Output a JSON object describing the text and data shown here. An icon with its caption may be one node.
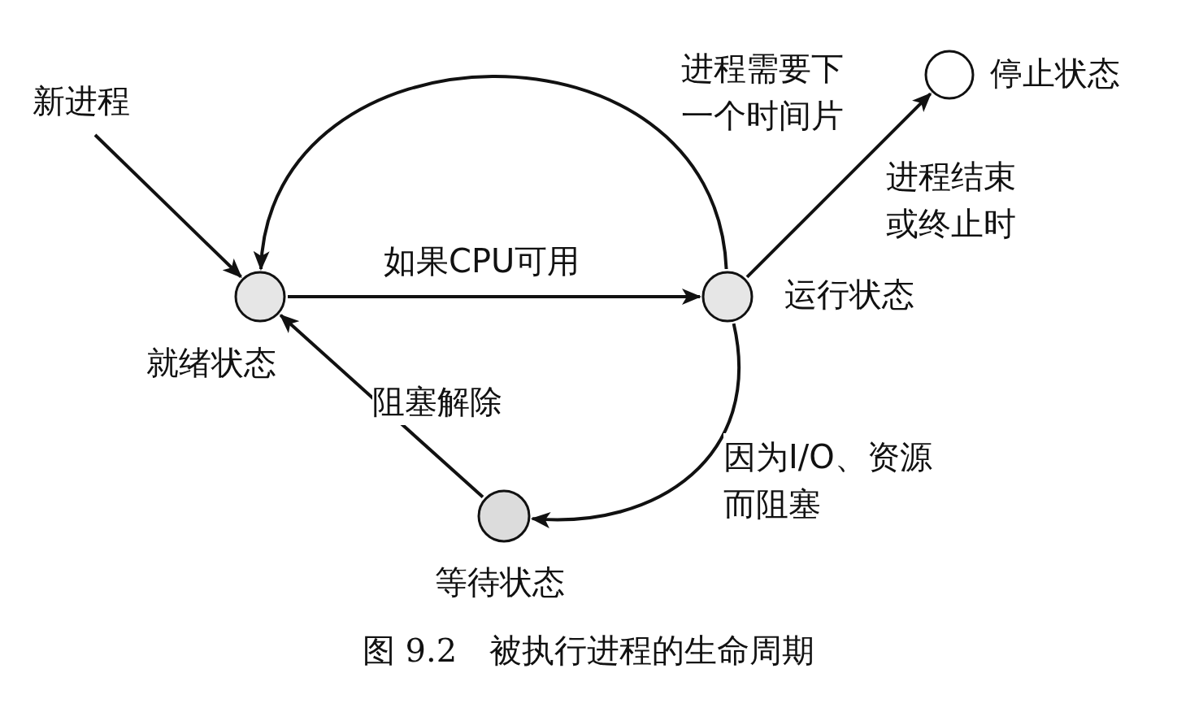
{
  "diagram": {
    "caption": "图 9.2　被执行进程的生命周期",
    "nodes": [
      {
        "text": [
          "新进程"
        ]
      },
      {
        "text": [],
        "shape": "circle",
        "beside": [
          "就绪状态"
        ]
      },
      {
        "text": [],
        "shape": "circle",
        "beside": [
          "运行状态"
        ]
      },
      {
        "text": [],
        "shape": "circle",
        "beside": [
          "停止状态"
        ]
      },
      {
        "text": [],
        "shape": "circle",
        "beside": [
          "等待状态"
        ]
      }
    ],
    "edges": [
      {
        "from": 0,
        "to": 1,
        "arrow": "to"
      },
      {
        "from": 2,
        "to": 1,
        "arrow": "to",
        "label": "进程需要下一个时间片"
      },
      {
        "from": 1,
        "to": 2,
        "arrow": "to",
        "label": "如果CPU可用"
      },
      {
        "from": 2,
        "to": 3,
        "arrow": "to",
        "label": "进程结束或终止时"
      },
      {
        "from": 2,
        "to": 4,
        "arrow": "to",
        "label": "因为I/O、资源而阻塞"
      },
      {
        "from": 4,
        "to": 1,
        "arrow": "to",
        "label": "阻塞解除"
      }
    ]
  }
}
